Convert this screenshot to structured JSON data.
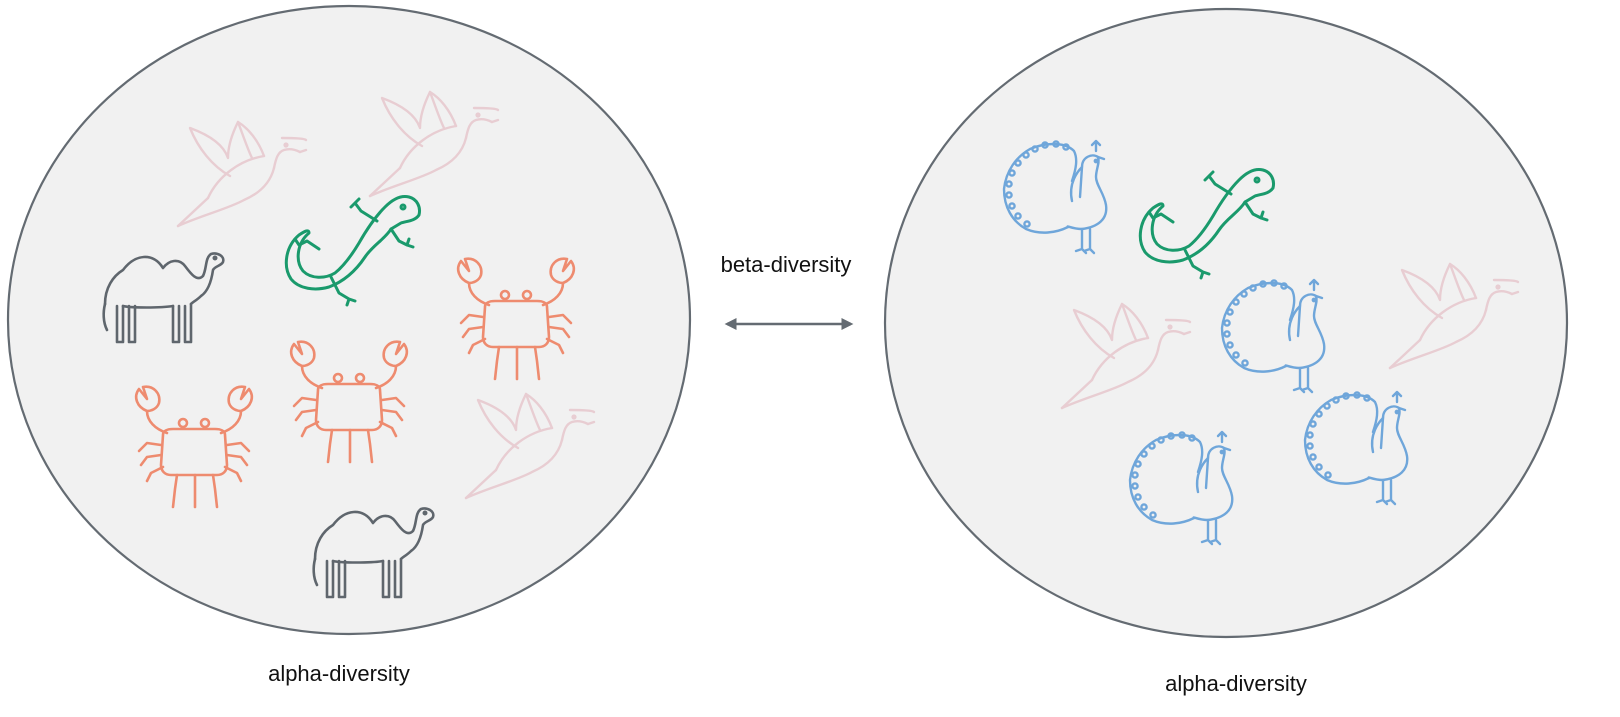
{
  "labels": {
    "left_community": "alpha-diversity",
    "right_community": "alpha-diversity",
    "between": "beta-diversity"
  },
  "colors": {
    "community_fill": "#f1f1f1",
    "community_stroke": "#646b72",
    "arrow": "#646b72",
    "hummingbird": "#e8cdd2",
    "lizard": "#1a9a6c",
    "camel": "#5f666d",
    "crab": "#ee8b6f",
    "peacock": "#6fa6da"
  },
  "communities": [
    {
      "name": "left",
      "organisms": [
        "hummingbird",
        "hummingbird",
        "lizard",
        "camel",
        "crab",
        "crab",
        "crab",
        "hummingbird",
        "camel"
      ]
    },
    {
      "name": "right",
      "organisms": [
        "peacock",
        "lizard",
        "peacock",
        "hummingbird",
        "hummingbird",
        "peacock",
        "peacock"
      ]
    }
  ]
}
